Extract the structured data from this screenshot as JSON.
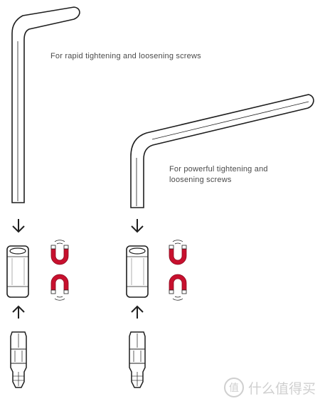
{
  "captions": {
    "rapid": "For rapid tightening and loosening screws",
    "powerful_line1": "For powerful tightening and",
    "powerful_line2": "loosening screws"
  },
  "icons": {
    "short_key": "hex-key-icon",
    "long_key": "hex-key-icon",
    "arrow_down": "arrow-down-icon",
    "arrow_up": "arrow-up-icon",
    "sleeve": "magnetic-sleeve-icon",
    "magnet_top": "horseshoe-magnet-icon",
    "magnet_bottom": "horseshoe-magnet-icon",
    "bit": "torx-bit-icon"
  },
  "colors": {
    "outline": "#1f1f1f",
    "magnet_red": "#c8102e",
    "magnet_tip": "#ffffff",
    "watermark": "#cfcfcf"
  },
  "watermark": {
    "text": "什么值得买"
  }
}
